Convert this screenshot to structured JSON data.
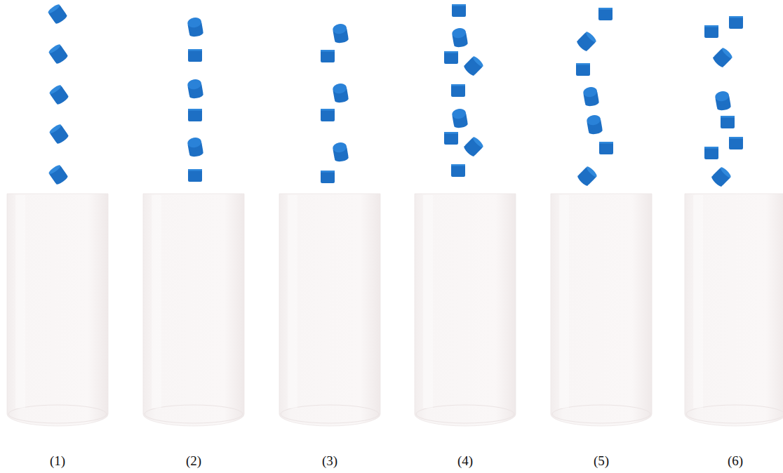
{
  "diagram": {
    "labels": [
      "(1)",
      "(2)",
      "(3)",
      "(4)",
      "(5)",
      "(6)"
    ]
  }
}
